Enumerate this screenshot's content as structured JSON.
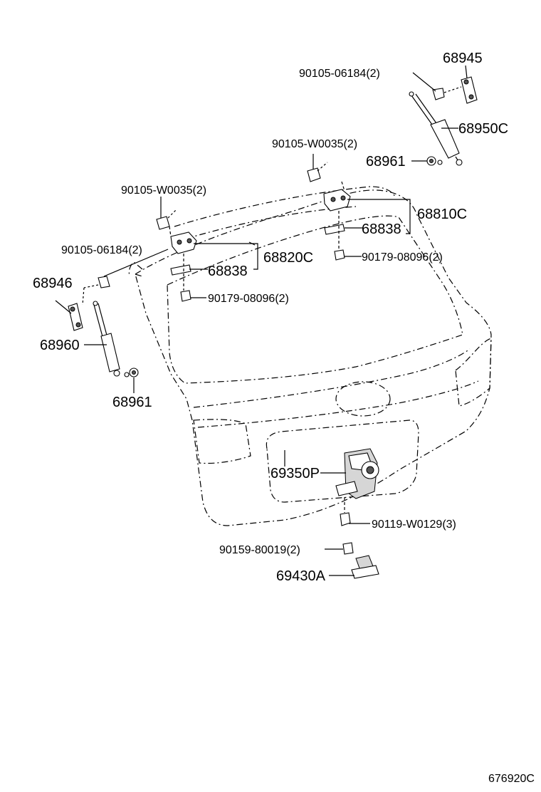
{
  "callouts": {
    "p68945": "68945",
    "p90105_06184_top": "90105-06184(2)",
    "p68950C": "68950C",
    "p90105_W0035_right": "90105-W0035(2)",
    "p68961_top": "68961",
    "p90105_W0035_left": "90105-W0035(2)",
    "p68810C": "68810C",
    "p68838_right": "68838",
    "p90179_08096_right": "90179-08096(2)",
    "p90105_06184_left": "90105-06184(2)",
    "p68820C": "68820C",
    "p68838_left": "68838",
    "p68946": "68946",
    "p90179_08096_left": "90179-08096(2)",
    "p68960": "68960",
    "p68961_bottom": "68961",
    "p69350P": "69350P",
    "p90119_W0129": "90119-W0129(3)",
    "p90159_80019": "90159-80019(2)",
    "p69430A": "69430A"
  },
  "diagram_id": "676920C"
}
